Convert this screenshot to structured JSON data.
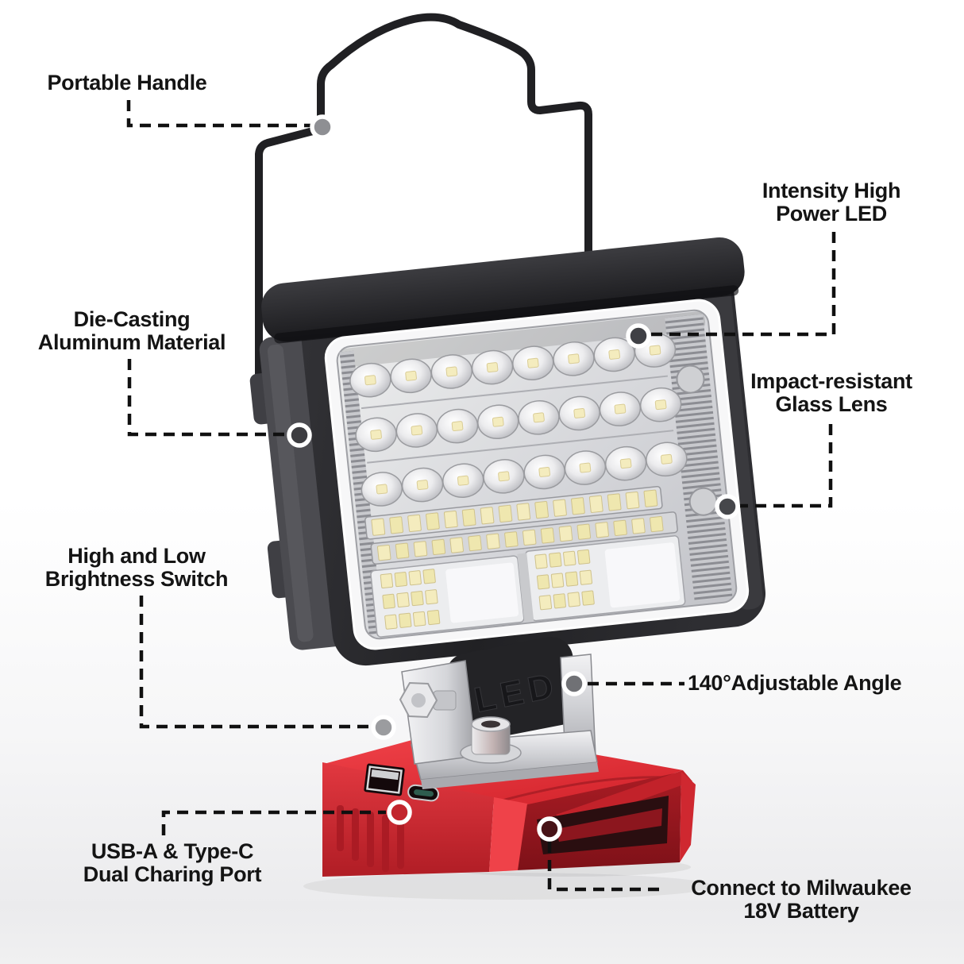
{
  "annotations": {
    "portable_handle": {
      "text": "Portable Handle"
    },
    "intensity_led": {
      "line1": "Intensity High",
      "line2": "Power LED"
    },
    "die_casting": {
      "line1": "Die-Casting",
      "line2": "Aluminum Material"
    },
    "impact_lens": {
      "line1": "Impact-resistant",
      "line2": "Glass Lens"
    },
    "brightness_switch": {
      "line1": "High and Low",
      "line2": "Brightness Switch"
    },
    "adjustable_angle": {
      "text": "140°Adjustable Angle"
    },
    "usb_ports": {
      "line1": "USB-A & Type-C",
      "line2": "Dual Charing Port"
    },
    "battery_connect": {
      "line1": "Connect to Milwaukee",
      "line2": "18V Battery"
    }
  },
  "product": {
    "led_mark": "LED",
    "lens": {
      "big_led_rows": 3,
      "big_leds_per_row": 8,
      "strip_led_count": 16,
      "panel_chip_rows": 3,
      "panel_chip_cols": 4
    },
    "colors": {
      "body_black": "#26262a",
      "lens_silver": "#d8d9dc",
      "led_chip": "#f4ecbe",
      "base_red": "#d7282f",
      "chrome": "#c9cacd",
      "annotation_text": "#141414",
      "leader_line": "#101010"
    }
  }
}
